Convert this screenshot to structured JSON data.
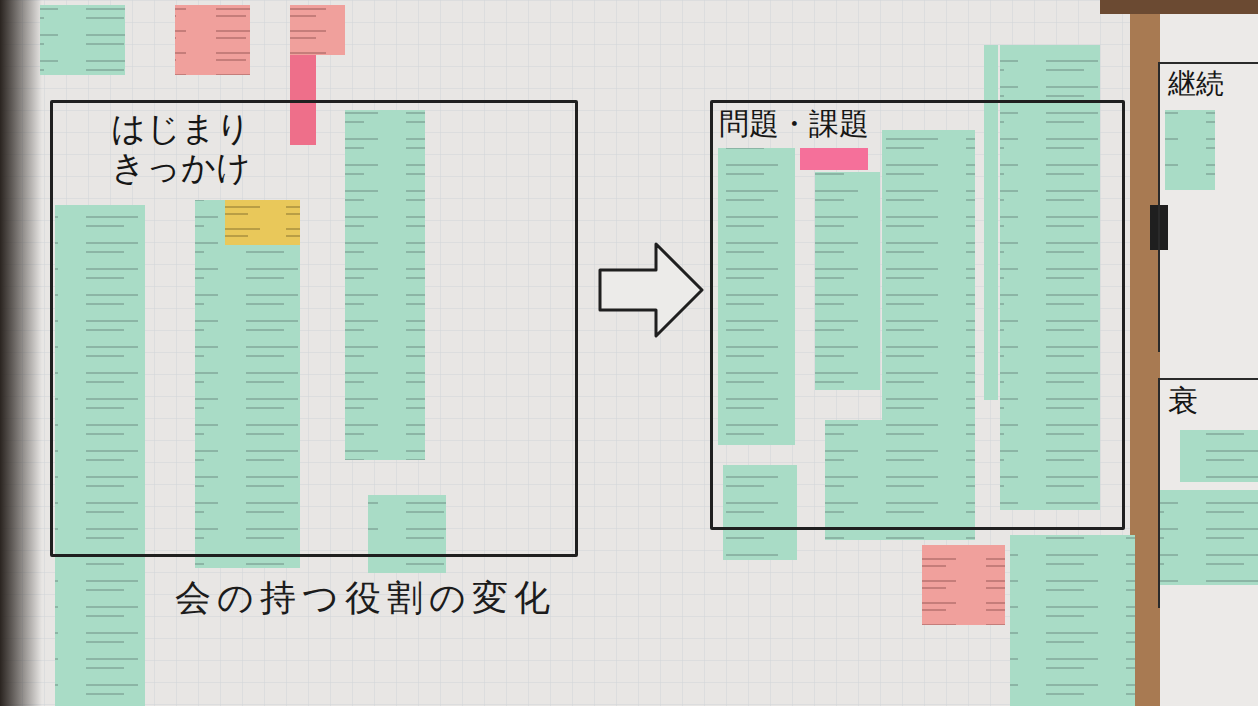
{
  "diagram": {
    "nodes": [
      {
        "text": [
          "はじまり きっかけ"
        ]
      },
      {
        "text": [
          "問題・課題"
        ]
      },
      {
        "text": [
          "継続"
        ]
      },
      {
        "text": [
          "衰"
        ]
      }
    ],
    "edges": [
      {
        "from": 0,
        "to": 1,
        "arrow": "to"
      }
    ],
    "labels": [
      "会の持つ役割の変化"
    ]
  }
}
